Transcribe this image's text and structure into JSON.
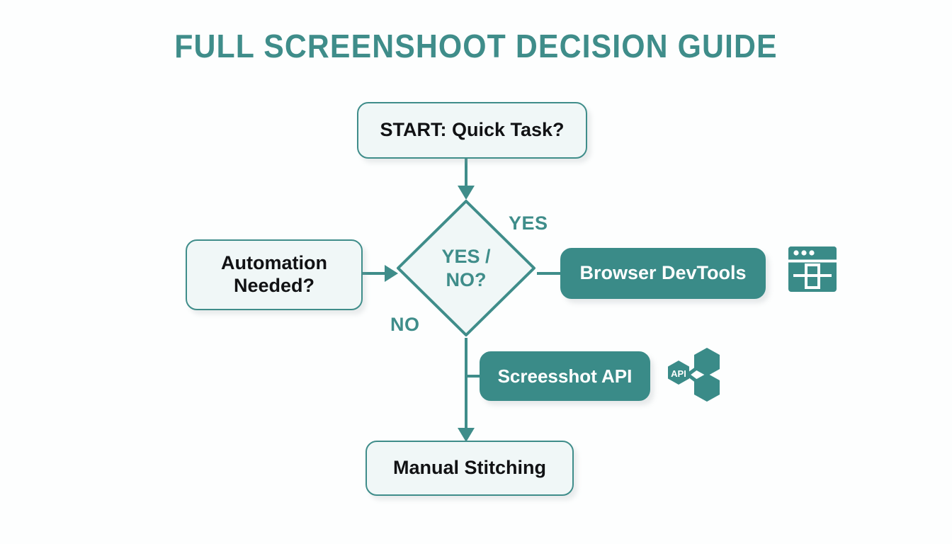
{
  "title": "FULL SCREENSHOOT DECISION GUIDE",
  "colors": {
    "accent": "#3f8d8a",
    "solid_fill": "#3a8b88",
    "light_fill": "#f0f7f7",
    "background": "#fdfefe",
    "node_text_dark": "#111214",
    "node_text_light": "#ffffff"
  },
  "diagram": {
    "type": "flowchart",
    "nodes": [
      {
        "id": "start",
        "label": "START: Quick Task?",
        "shape": "rounded-rect",
        "style": "light"
      },
      {
        "id": "automation",
        "label_line1": "Automation",
        "label_line2": "Needed?",
        "shape": "rounded-rect",
        "style": "light"
      },
      {
        "id": "decision",
        "label_line1": "YES /",
        "label_line2": "NO?",
        "shape": "diamond",
        "style": "light"
      },
      {
        "id": "devtools",
        "label": "Browser DevTools",
        "shape": "rounded-rect",
        "style": "solid"
      },
      {
        "id": "api",
        "label": "Screesshot API",
        "shape": "rounded-rect",
        "style": "solid"
      },
      {
        "id": "manual",
        "label": "Manual Stitching",
        "shape": "rounded-rect",
        "style": "light"
      }
    ],
    "edges": [
      {
        "from": "start",
        "to": "decision",
        "label": "",
        "arrow": true
      },
      {
        "from": "automation",
        "to": "decision",
        "label": "",
        "arrow": true
      },
      {
        "from": "decision",
        "to": "devtools",
        "label": "YES",
        "arrow": false
      },
      {
        "from": "decision",
        "to": "api",
        "label": "NO",
        "arrow": false
      },
      {
        "from": "decision",
        "to": "manual",
        "label": "",
        "arrow": true
      }
    ],
    "edge_labels": {
      "yes": "YES",
      "no": "NO"
    }
  },
  "icons": {
    "devtools": {
      "name": "browser-devtools-icon",
      "api_badge": ""
    },
    "api": {
      "name": "api-nodes-icon",
      "badge": "API"
    }
  }
}
